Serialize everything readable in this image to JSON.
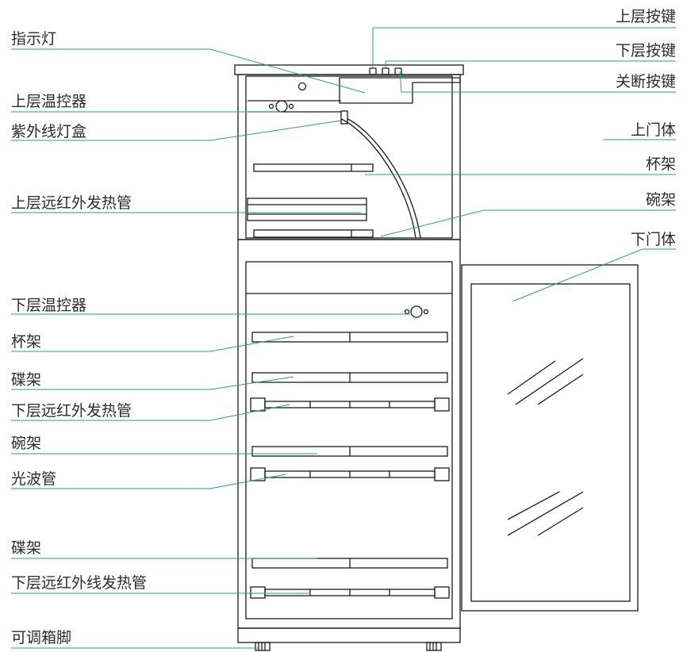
{
  "labels_left": [
    {
      "id": "indicator-light",
      "text": "指示灯"
    },
    {
      "id": "upper-thermostat",
      "text": "上层温控器"
    },
    {
      "id": "uv-lamp-box",
      "text": "紫外线灯盒"
    },
    {
      "id": "upper-far-infrared-tube",
      "text": "上层远红外发热管"
    },
    {
      "id": "lower-thermostat",
      "text": "下层温控器"
    },
    {
      "id": "cup-rack",
      "text": "杯架"
    },
    {
      "id": "dish-rack",
      "text": "碟架"
    },
    {
      "id": "lower-far-infrared-tube",
      "text": "下层远红外发热管"
    },
    {
      "id": "bowl-rack",
      "text": "碗架"
    },
    {
      "id": "light-wave-tube",
      "text": "光波管"
    },
    {
      "id": "dish-rack-bottom",
      "text": "碟架"
    },
    {
      "id": "lower-far-infrared-line-tube",
      "text": "下层远红外线发热管"
    },
    {
      "id": "adjustable-foot",
      "text": "可调箱脚"
    }
  ],
  "labels_right": [
    {
      "id": "upper-button",
      "text": "上层按键"
    },
    {
      "id": "lower-button",
      "text": "下层按键"
    },
    {
      "id": "off-button",
      "text": "关断按键"
    },
    {
      "id": "upper-door",
      "text": "上门体"
    },
    {
      "id": "cup-rack-upper",
      "text": "杯架"
    },
    {
      "id": "bowl-rack-upper",
      "text": "碗架"
    },
    {
      "id": "lower-door",
      "text": "下门体"
    }
  ],
  "colors": {
    "leader": "#2a9a9a",
    "outline": "#1a1a1a",
    "text": "#2b2b2b"
  }
}
